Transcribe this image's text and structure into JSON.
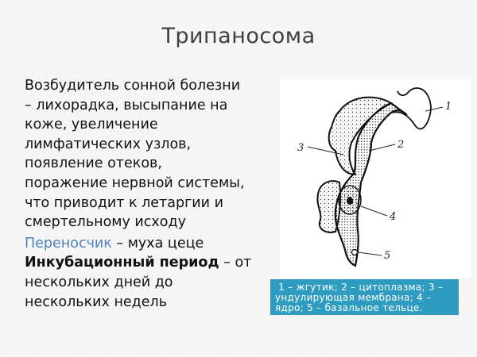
{
  "slide": {
    "title": "Трипаносома",
    "description_lines": [
      "Возбудитель сонной болезни",
      "– лихорадка, высыпание на",
      "коже, увеличение",
      "лимфатических узлов,",
      "появление отеков,",
      "поражение нервной системы,",
      "что приводит к летаргии и",
      "смертельному исходу"
    ],
    "carrier": {
      "label": "Переносчик",
      "value": " – муха цеце"
    },
    "incubation": {
      "label": "Инкубационный период",
      "value_lines": [
        " – от",
        "нескольких дней до",
        "нескольких недель"
      ]
    },
    "figure": {
      "labels": [
        "1",
        "2",
        "3",
        "4",
        "5"
      ],
      "caption_lines": [
        " 1 – жгутик; 2 – цитоплазма; 3 –",
        "ундулирующая мембрана; 4 –",
        "ядро; 5 – базальное тельце."
      ]
    },
    "colors": {
      "accent": "#4f81bd",
      "caption_bg": "#2e9bc0",
      "title": "#3f3f3f"
    }
  }
}
